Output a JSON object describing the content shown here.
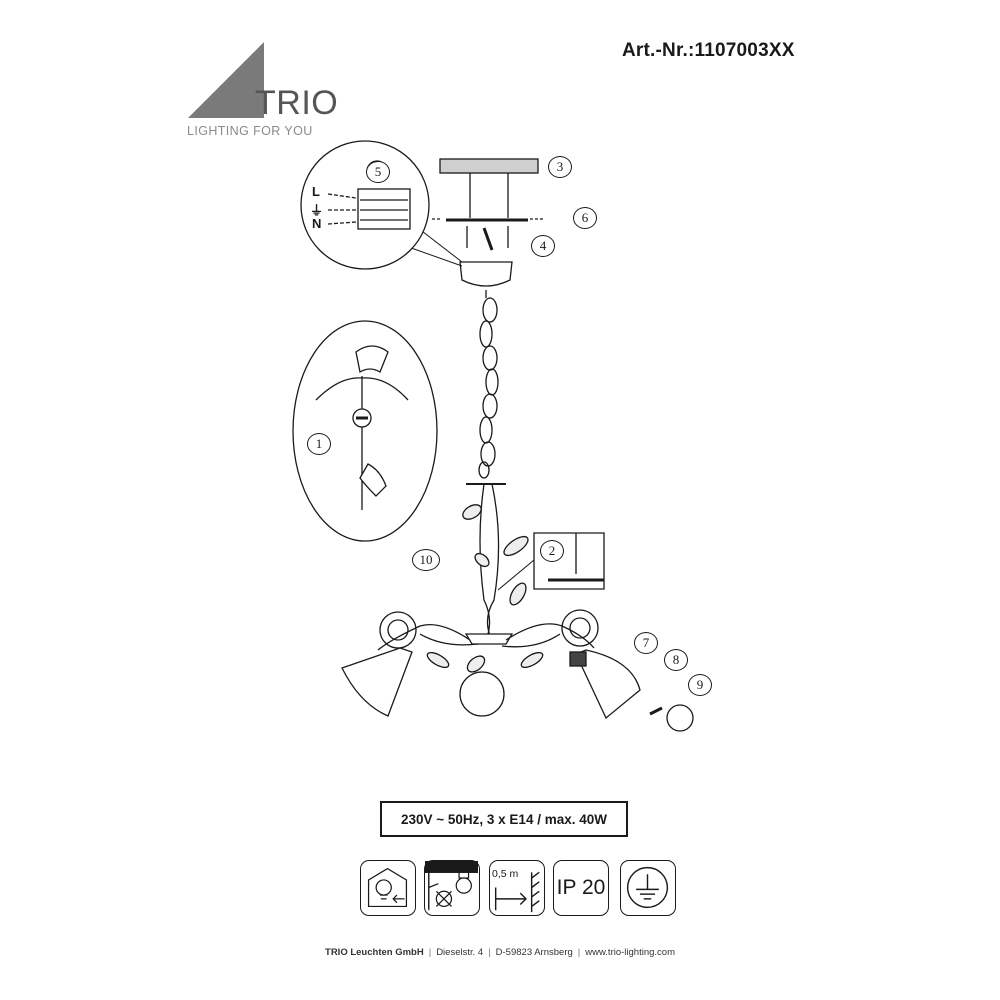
{
  "header": {
    "article_number": "Art.-Nr.:1107003XX"
  },
  "brand": {
    "name": "TRIO",
    "tagline": "LIGHTING FOR YOU"
  },
  "wiring": {
    "labels": [
      "L",
      "⏚",
      "N"
    ]
  },
  "callouts": [
    "1",
    "2",
    "3",
    "4",
    "5",
    "6",
    "7",
    "8",
    "9",
    "10"
  ],
  "spec": {
    "text": "230V ~ 50Hz, 3 x E14 / max. 40W"
  },
  "badges": {
    "distance": "0,5 m",
    "ip_rating": "IP 20"
  },
  "icons": [
    "lamp-replacement-icon",
    "no-insulation-cover-icon",
    "distance-icon",
    "ip20-icon",
    "protective-earth-icon"
  ],
  "footer": {
    "company": "TRIO Leuchten GmbH",
    "street": "Dieselstr. 4",
    "city": "D-59823 Arnsberg",
    "web": "www.trio-lighting.com"
  }
}
